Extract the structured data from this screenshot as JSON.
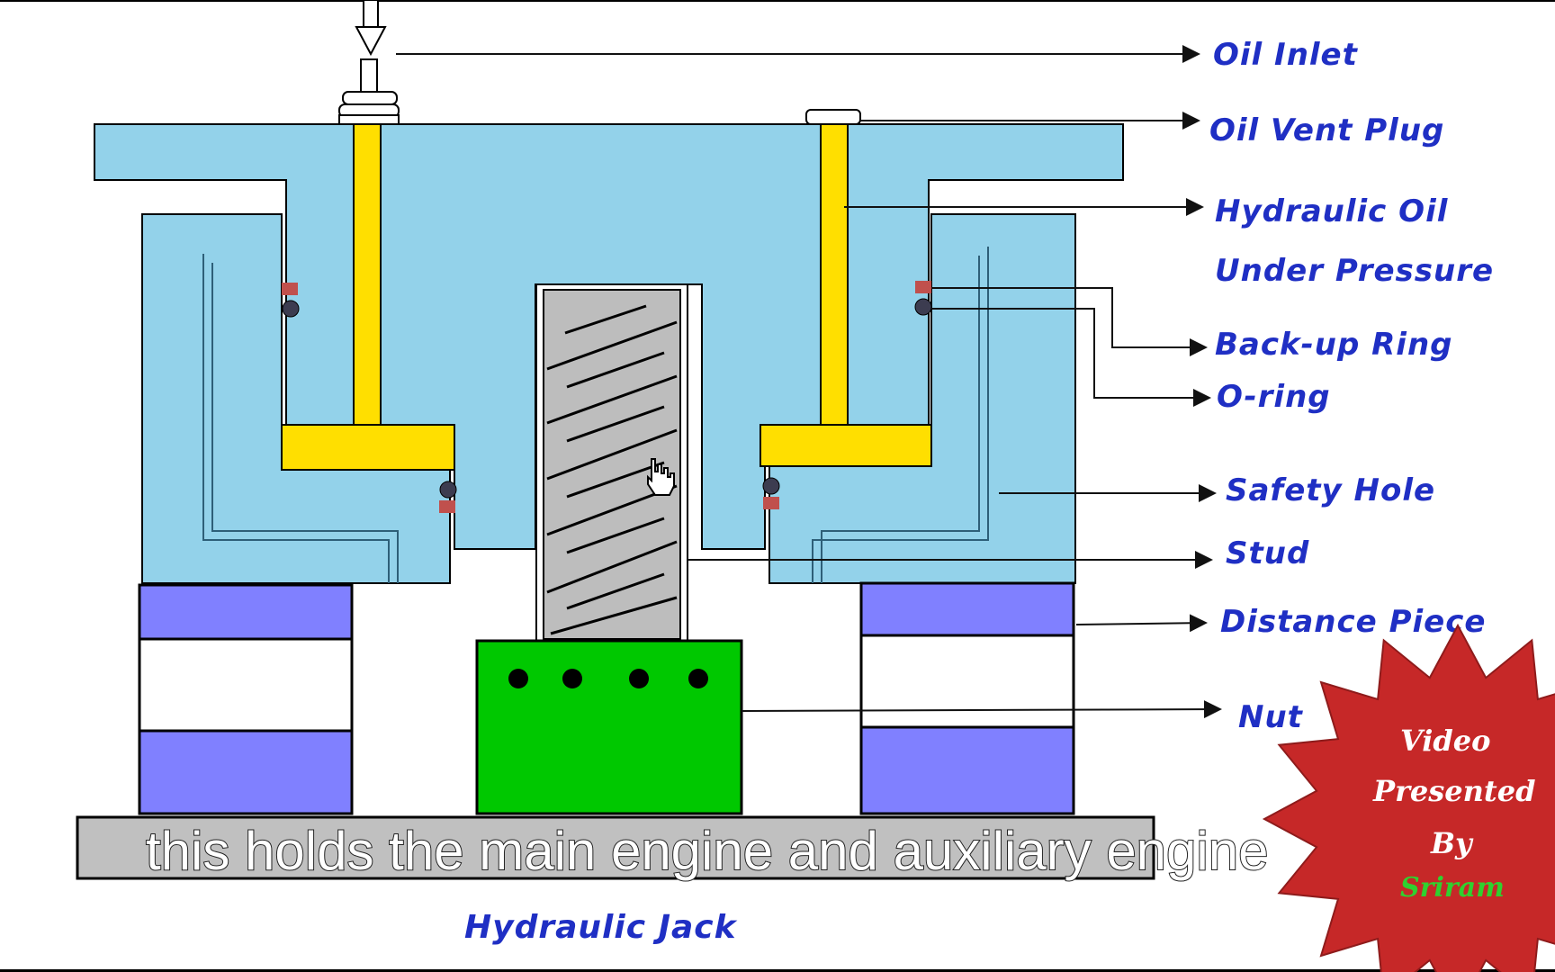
{
  "labels": {
    "oil_inlet": "Oil Inlet",
    "oil_vent_plug": "Oil Vent Plug",
    "hydraulic_oil_line1": "Hydraulic Oil",
    "hydraulic_oil_line2": "Under Pressure",
    "backup_ring": "Back-up Ring",
    "o_ring": "O-ring",
    "safety_hole": "Safety Hole",
    "stud": "Stud",
    "distance_piece": "Distance Piece",
    "nut": "Nut"
  },
  "caption": "Hydraulic Jack",
  "subtitle": "this holds the main engine and auxiliary engine",
  "badge": {
    "line1": "Video",
    "line2": "Presented",
    "line3": "By",
    "name": "Sriram"
  },
  "colors": {
    "body": "#93d2ea",
    "oil": "#ffdf00",
    "stud": "#bdbdbd",
    "nut": "#00c800",
    "distance_piece": "#8080ff",
    "base_plate": "#c0c0c0",
    "backup_ring": "#c0504d",
    "o_ring": "#3c3c50",
    "label_text": "#1f2fc4",
    "badge": "#c62828"
  }
}
